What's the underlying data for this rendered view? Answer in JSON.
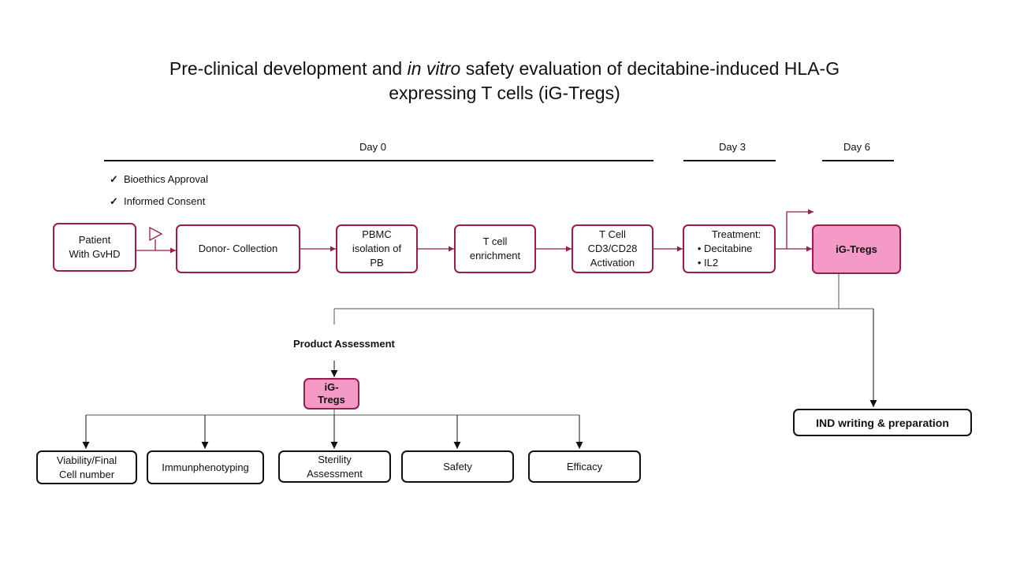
{
  "title": {
    "part1": "Pre-clinical development and",
    "italic": "in vitro",
    "part2": "safety evaluation of decitabine-induced HLA-G",
    "line2": "expressing T cells (iG-Tregs)"
  },
  "timeline": {
    "day0": "Day 0",
    "day3": "Day 3",
    "day6": "Day 6"
  },
  "checks": [
    "Bioethics Approval",
    "Informed Consent"
  ],
  "steps": {
    "patient": [
      "Patient",
      "With GvHD"
    ],
    "donor": "Donor- Collection",
    "pbmc": [
      "PBMC",
      "isolation of",
      "PB"
    ],
    "tcell": [
      "T cell",
      "enrichment"
    ],
    "activation": [
      "T Cell",
      "CD3/CD28",
      "Activation"
    ],
    "treatment": {
      "heading": "Treatment:",
      "items": [
        "Decitabine",
        "IL2"
      ]
    },
    "product": "iG-Tregs"
  },
  "assessment": {
    "label": "Product Assessment",
    "product": [
      "iG-",
      "Tregs"
    ],
    "items": [
      [
        "Viability/Final",
        "Cell number"
      ],
      [
        "Immunphenotyping"
      ],
      [
        "Sterility",
        "Assessment"
      ],
      [
        "Safety"
      ],
      [
        "Efficacy"
      ]
    ]
  },
  "ind": "IND writing & preparation",
  "colors": {
    "accent": "#9b1b4a",
    "product_fill": "#f59ac6",
    "line": "#111111"
  }
}
